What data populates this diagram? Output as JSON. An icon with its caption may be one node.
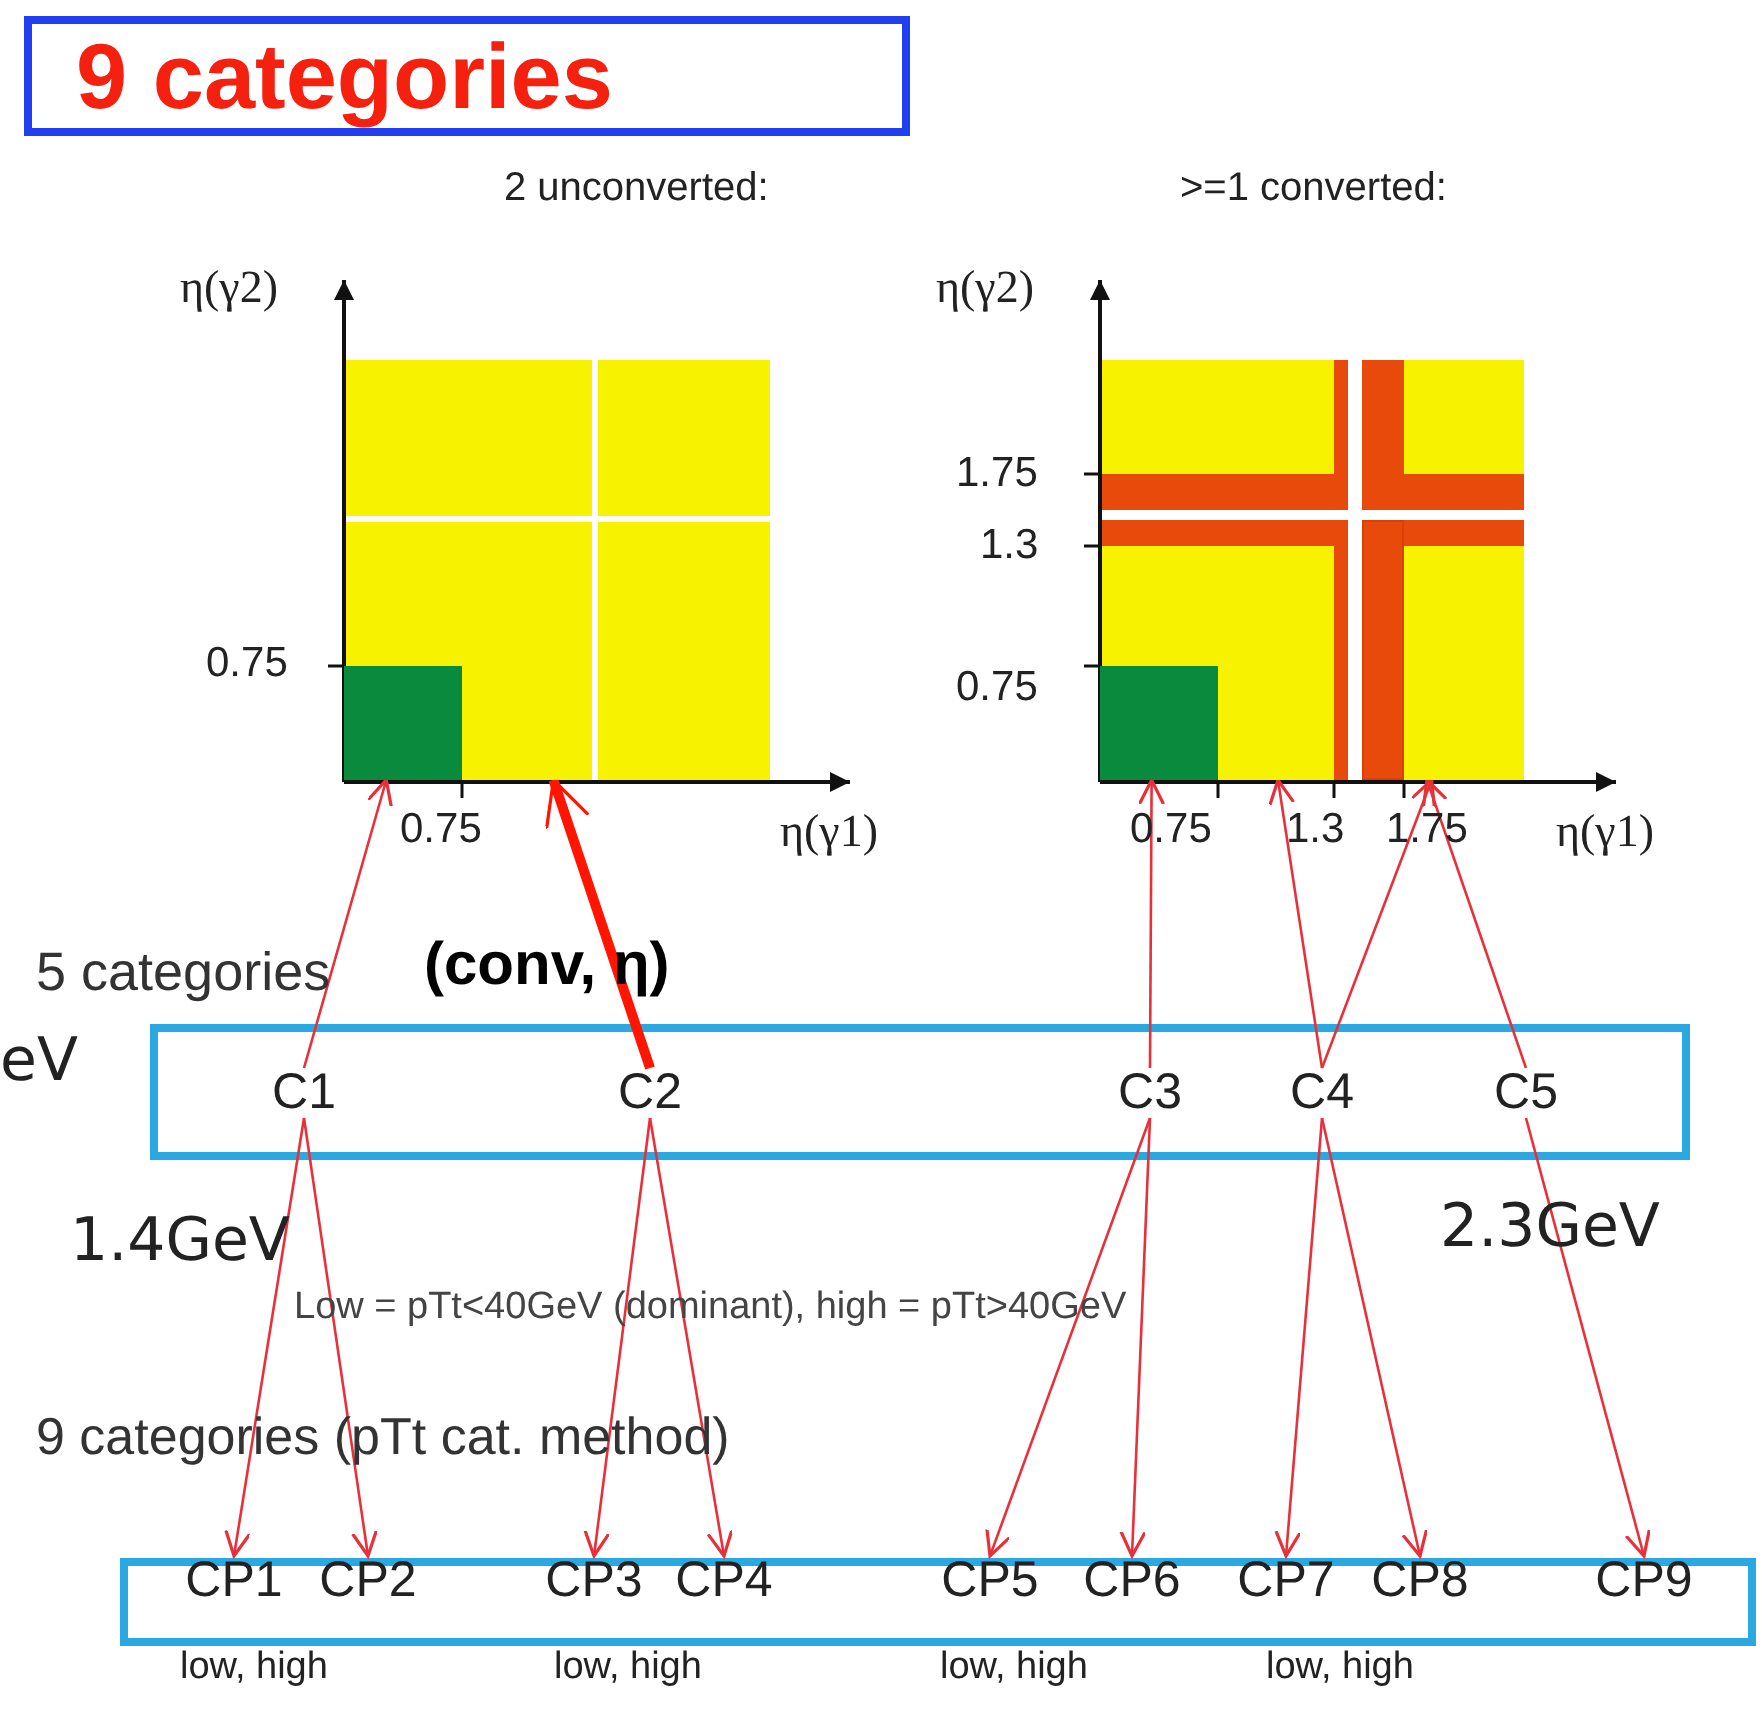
{
  "diagram": {
    "nodes": [
      {
        "text": [
          "9 categories"
        ]
      },
      {
        "text": [],
        "shape": "box"
      },
      {
        "text": [],
        "shape": "box"
      },
      {
        "text": [],
        "shape": "box"
      },
      {
        "text": [],
        "shape": "box"
      },
      {
        "text": [],
        "shape": "bar"
      },
      {
        "text": [],
        "shape": "box"
      },
      {
        "text": [
          "5 categories"
        ]
      },
      {
        "text": [
          "C1"
        ],
        "in": 7
      },
      {
        "text": [
          "C2"
        ],
        "in": 7
      },
      {
        "text": [
          "C3"
        ],
        "in": 7
      },
      {
        "text": [
          "C4"
        ],
        "in": 7
      },
      {
        "text": [
          "C5"
        ],
        "in": 7
      },
      {
        "text": [
          "9 categories (pTt cat. method)"
        ]
      },
      {
        "text": [
          "CP1"
        ],
        "in": 13
      },
      {
        "text": [
          "CP2"
        ],
        "in": 13
      },
      {
        "text": [
          "CP3"
        ],
        "in": 13
      },
      {
        "text": [
          "CP4"
        ],
        "in": 13
      },
      {
        "text": [
          "CP5"
        ],
        "in": 13
      },
      {
        "text": [
          "CP6"
        ],
        "in": 13
      },
      {
        "text": [
          "CP7"
        ],
        "in": 13
      },
      {
        "text": [
          "CP8"
        ],
        "in": 13
      },
      {
        "text": [
          "CP9"
        ],
        "in": 13
      }
    ],
    "edges": [
      {
        "from": 8,
        "to": 1,
        "arrow": "to"
      },
      {
        "from": 9,
        "to": 2,
        "arrow": "to",
        "style": "thick"
      },
      {
        "from": 10,
        "to": 3,
        "arrow": "to"
      },
      {
        "from": 11,
        "to": 4,
        "arrow": "to"
      },
      {
        "from": 12,
        "to": 5,
        "arrow": "to"
      },
      {
        "from": 11,
        "to": 6,
        "arrow": "to"
      },
      {
        "from": 8,
        "to": 14,
        "arrow": "to"
      },
      {
        "from": 8,
        "to": 15,
        "arrow": "to"
      },
      {
        "from": 9,
        "to": 16,
        "arrow": "to"
      },
      {
        "from": 9,
        "to": 17,
        "arrow": "to"
      },
      {
        "from": 10,
        "to": 18,
        "arrow": "to"
      },
      {
        "from": 10,
        "to": 19,
        "arrow": "to"
      },
      {
        "from": 11,
        "to": 20,
        "arrow": "to"
      },
      {
        "from": 11,
        "to": 21,
        "arrow": "to"
      },
      {
        "from": 12,
        "to": 22,
        "arrow": "to"
      }
    ],
    "labels": [
      "2 unconverted:",
      "η(γ2)",
      "0.75",
      "0.75",
      "η(γ1)",
      ">=1 converted:",
      "η(γ2)",
      "1.75",
      "1.3",
      "0.75",
      "0.75",
      "1.3",
      "1.75",
      "η(γ1)",
      "(conv, η)",
      "eV",
      "1.4GeV",
      "2.3GeV",
      "Low = pTt<40GeV (dominant), high = pTt>40GeV",
      "low, high",
      "low, high",
      "low, high",
      "low, high"
    ]
  }
}
